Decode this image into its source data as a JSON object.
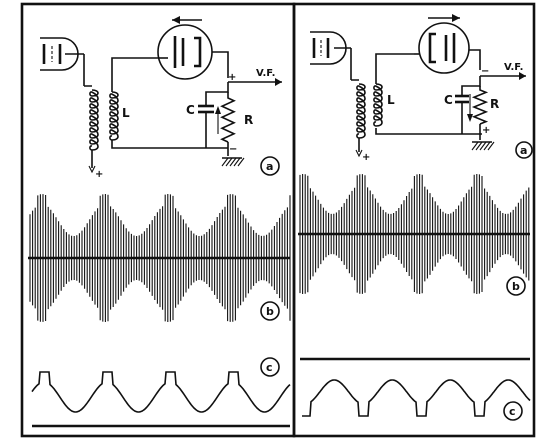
{
  "left_panel": {
    "circuit": {
      "inductor_label": "L",
      "capacitor_label": "C",
      "resistor_label": "R",
      "output_label": "V.F.",
      "plus_top": "+",
      "minus_bottom": "−",
      "plus_supply": "+",
      "arrow_direction": "left"
    },
    "figure_labels": {
      "a": "a",
      "b": "b",
      "c": "c"
    }
  },
  "right_panel": {
    "circuit": {
      "inductor_label": "L",
      "capacitor_label": "C",
      "resistor_label": "R",
      "output_label": "V.F.",
      "minus_top": "−",
      "plus_bottom": "+",
      "plus_supply": "+",
      "arrow_direction": "right"
    },
    "figure_labels": {
      "a": "a",
      "b": "b",
      "c": "c"
    }
  }
}
